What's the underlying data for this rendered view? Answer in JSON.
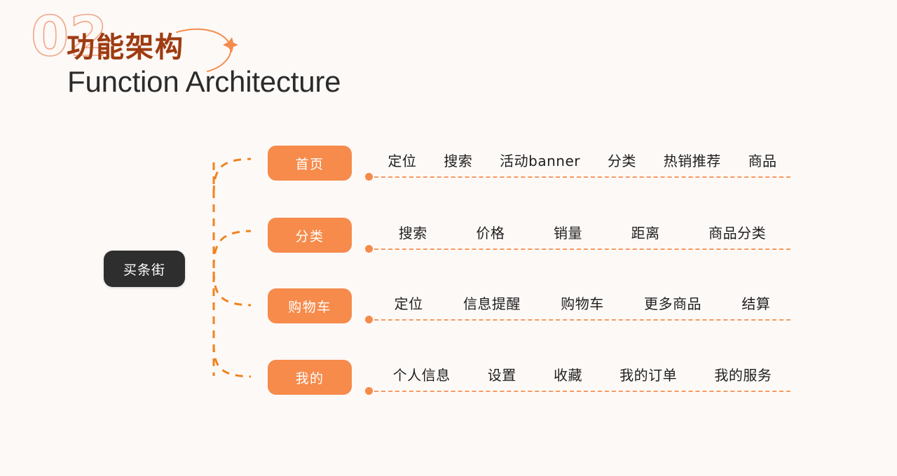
{
  "header": {
    "section_number": "02",
    "title_cn": "功能架构",
    "title_en": "Function Architecture",
    "accent_color": "#f68b4b",
    "title_color": "#9e3b11",
    "number_outline_color": "#f0a68a",
    "background_color": "#fdf9f7"
  },
  "diagram": {
    "type": "mind-map",
    "root": {
      "label": "买条街",
      "background_color": "#2e2e2e",
      "text_color": "#ffffff"
    },
    "branches": [
      {
        "label": "首页",
        "leaves": [
          "定位",
          "搜索",
          "活动banner",
          "分类",
          "热销推荐",
          "商品"
        ]
      },
      {
        "label": "分类",
        "leaves": [
          "搜索",
          "价格",
          "销量",
          "距离",
          "商品分类"
        ]
      },
      {
        "label": "购物车",
        "leaves": [
          "定位",
          "信息提醒",
          "购物车",
          "更多商品",
          "结算"
        ]
      },
      {
        "label": "我的",
        "leaves": [
          "个人信息",
          "设置",
          "收藏",
          "我的订单",
          "我的服务"
        ]
      }
    ]
  }
}
